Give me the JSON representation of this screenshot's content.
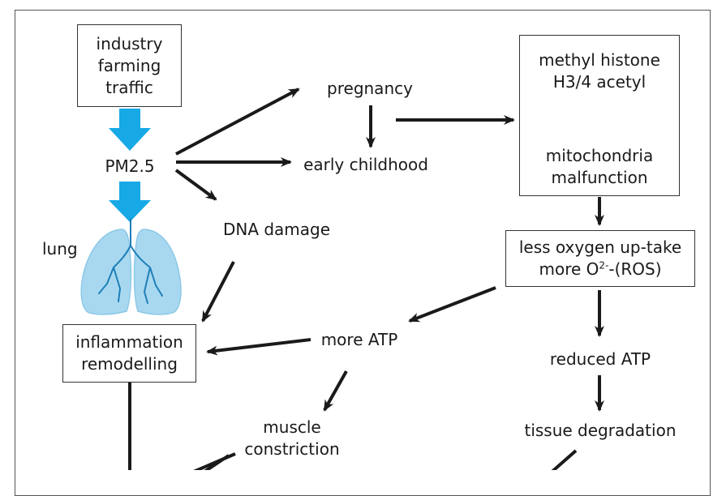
{
  "sources": {
    "line1": "industry",
    "line2": "farming",
    "line3": "traffic"
  },
  "pm25": "PM2.5",
  "lung_label": "lung",
  "pregnancy": "pregnancy",
  "early_childhood": "early childhood",
  "dna_damage": "DNA damage",
  "epigenetic": {
    "line1": "methyl histone",
    "line2": "H3/4 acetyl",
    "line3": "mitochondria",
    "line4": "malfunction"
  },
  "oxygen": {
    "line1": "less oxygen up-take",
    "line2_prefix": "more O",
    "line2_sup": "2-",
    "line2_suffix": "-(ROS)"
  },
  "inflammation": {
    "line1": "inflammation",
    "line2": "remodelling"
  },
  "more_atp": "more ATP",
  "reduced_atp": "reduced ATP",
  "muscle": {
    "line1": "muscle",
    "line2": "constriction"
  },
  "tissue_degradation": "tissue degradation",
  "colors": {
    "accent_arrow": "#16a9e6",
    "arrow": "#1a1a1a",
    "lung": "#9fd3ef"
  }
}
